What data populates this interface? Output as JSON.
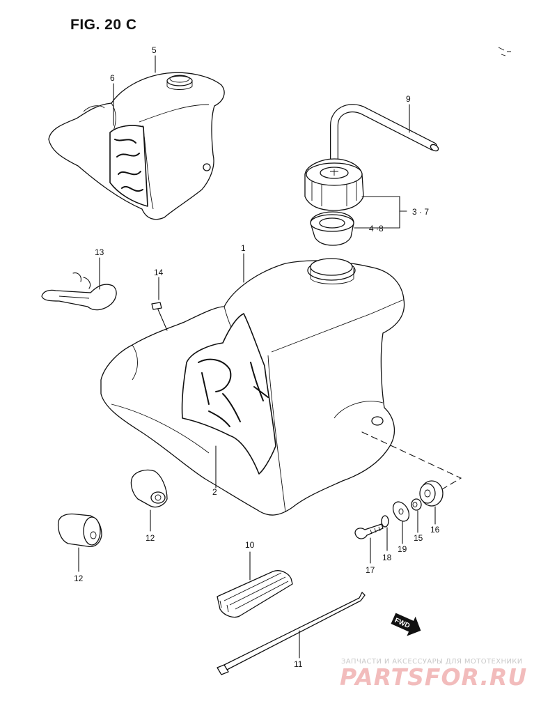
{
  "figure": {
    "title": "FIG. 20 C"
  },
  "callouts": [
    {
      "id": "c5",
      "text": "5"
    },
    {
      "id": "c6",
      "text": "6"
    },
    {
      "id": "c9",
      "text": "9"
    },
    {
      "id": "c37",
      "text": "3 · 7"
    },
    {
      "id": "c48",
      "text": "4 ·8"
    },
    {
      "id": "c1",
      "text": "1"
    },
    {
      "id": "c13",
      "text": "13"
    },
    {
      "id": "c14",
      "text": "14"
    },
    {
      "id": "c2",
      "text": "2"
    },
    {
      "id": "c12a",
      "text": "12"
    },
    {
      "id": "c12b",
      "text": "12"
    },
    {
      "id": "c16",
      "text": "16"
    },
    {
      "id": "c15",
      "text": "15"
    },
    {
      "id": "c19",
      "text": "19"
    },
    {
      "id": "c18",
      "text": "18"
    },
    {
      "id": "c17",
      "text": "17"
    },
    {
      "id": "c10",
      "text": "10"
    },
    {
      "id": "c11",
      "text": "11"
    }
  ],
  "fwd_marker": {
    "text": "FWD"
  },
  "watermark": {
    "subtitle": "ЗАПЧАСТИ И АКСЕССУАРЫ ДЛЯ МОТОТЕХНИКИ",
    "logo": "PARTSFOR.RU"
  }
}
